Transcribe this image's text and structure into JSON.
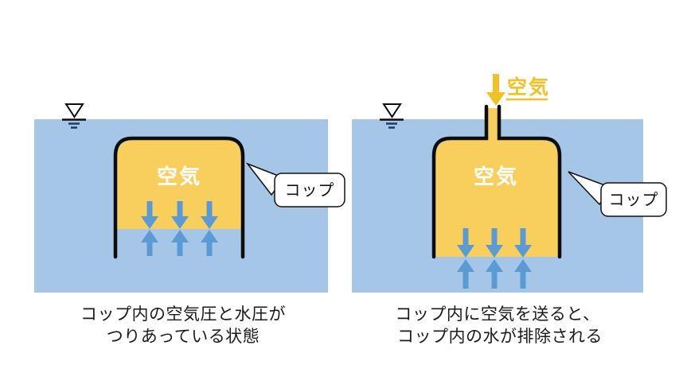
{
  "colors": {
    "water": "#A6C6E8",
    "cup_air": "#F8CE5C",
    "arrow_blue": "#5B9BD5",
    "gold": "#F2C126",
    "symbol_navy": "#1F3864",
    "outline": "#0d0d0d"
  },
  "left_panel": {
    "air_label": "空気",
    "callout_label": "コップ",
    "caption_line1": "コップ内の空気圧と水圧が",
    "caption_line2": "つりあっている状態"
  },
  "right_panel": {
    "air_inflow_label": "空気",
    "air_label": "空気",
    "callout_label": "コップ",
    "caption_line1": "コップ内に空気を送ると、",
    "caption_line2": "コップ内の水が排除される"
  }
}
